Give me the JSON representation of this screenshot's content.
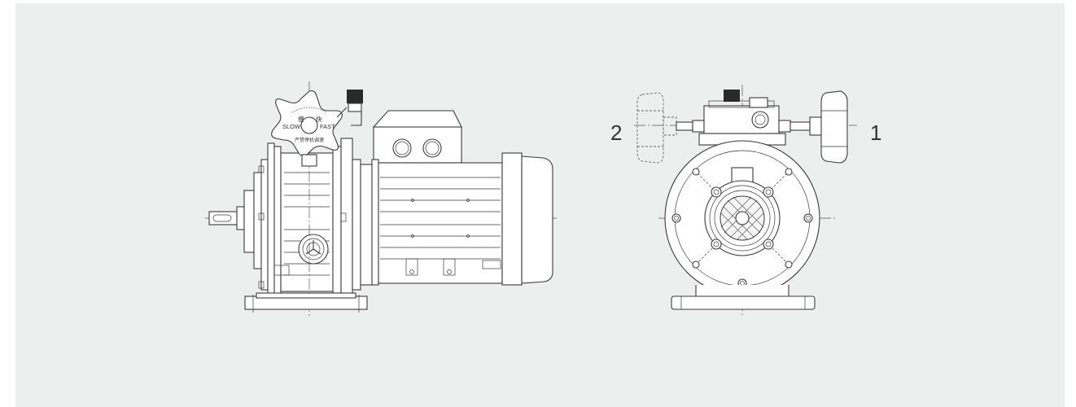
{
  "colors": {
    "background": "#edefee",
    "line": "#3a3a3a"
  },
  "side_view": {
    "knob_labels": {
      "slow_cn": "慢",
      "fast_cn": "快",
      "slow": "SLOW",
      "fast": "FAST",
      "warning_cn": "严禁停机调速"
    }
  },
  "front_view": {
    "callouts": {
      "left": "2",
      "right": "1"
    }
  }
}
